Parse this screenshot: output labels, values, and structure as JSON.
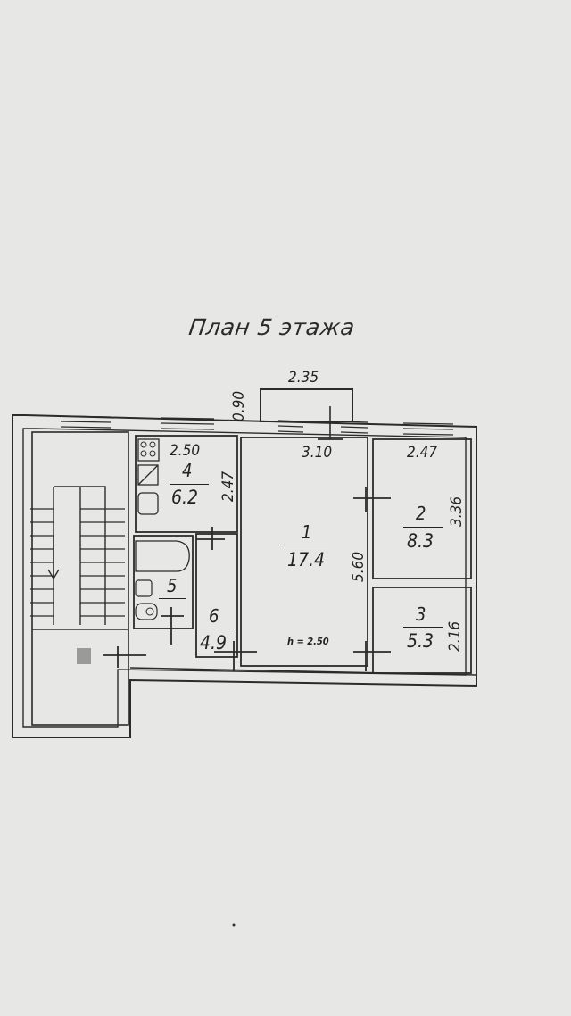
{
  "title": "План 5 этажа",
  "ceiling_height": "h = 2.50",
  "rooms": [
    {
      "number": "1",
      "area": "17.4"
    },
    {
      "number": "2",
      "area": "8.3"
    },
    {
      "number": "3",
      "area": "5.3"
    },
    {
      "number": "4",
      "area": "6.2"
    },
    {
      "number": "5"
    },
    {
      "number": "6",
      "area": "4.9"
    }
  ],
  "dimensions": {
    "balcony_width": "2.35",
    "balcony_depth": "0.90",
    "room1_width": "3.10",
    "room1_length": "5.60",
    "room2_width": "2.47",
    "room2_length": "3.36",
    "room3_length": "2.16",
    "room4_width": "2.50",
    "room4_length": "2.47"
  },
  "colors": {
    "background": "#e7e8e6",
    "line": "#2b2b2b",
    "marker": "#9a9a9a"
  }
}
